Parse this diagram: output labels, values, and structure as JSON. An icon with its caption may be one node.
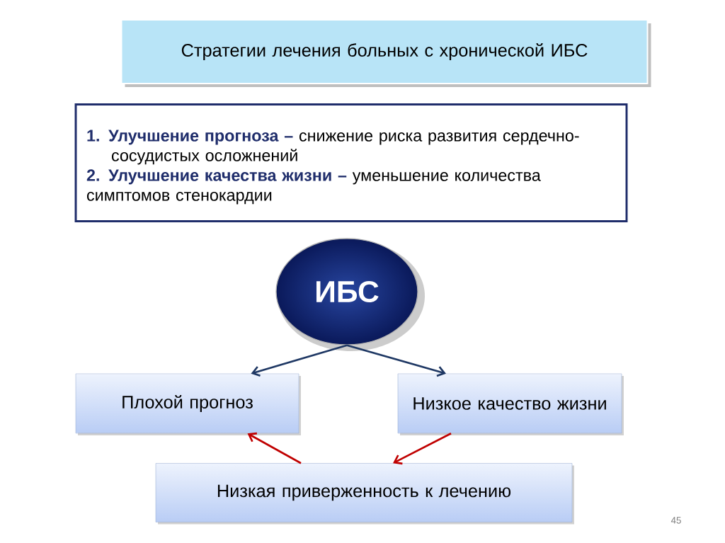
{
  "diagram": {
    "title": "Стратегии лечения больных с хронической ИБС",
    "nodes": [
      {
        "text": [
          "**1. Улучшение прогноза –** снижение риска развития сердечно-сосудистых осложнений",
          "**2. Улучшение качества жизни –** уменьшение количества симптомов стенокардии"
        ]
      },
      {
        "text": [
          "ИБС"
        ]
      },
      {
        "text": [
          "Плохой прогноз"
        ]
      },
      {
        "text": [
          "Низкое качество жизни"
        ]
      },
      {
        "text": [
          "Низкая приверженность к лечению"
        ]
      }
    ],
    "edges": [
      {
        "from": 1,
        "to": 2,
        "arrow": "to"
      },
      {
        "from": 1,
        "to": 3,
        "arrow": "to"
      },
      {
        "from": 4,
        "to": 2,
        "arrow": "to",
        "color": "#c00000"
      },
      {
        "from": 3,
        "to": 4,
        "arrow": "to",
        "color": "#c00000"
      }
    ],
    "labels": [
      "45"
    ]
  }
}
